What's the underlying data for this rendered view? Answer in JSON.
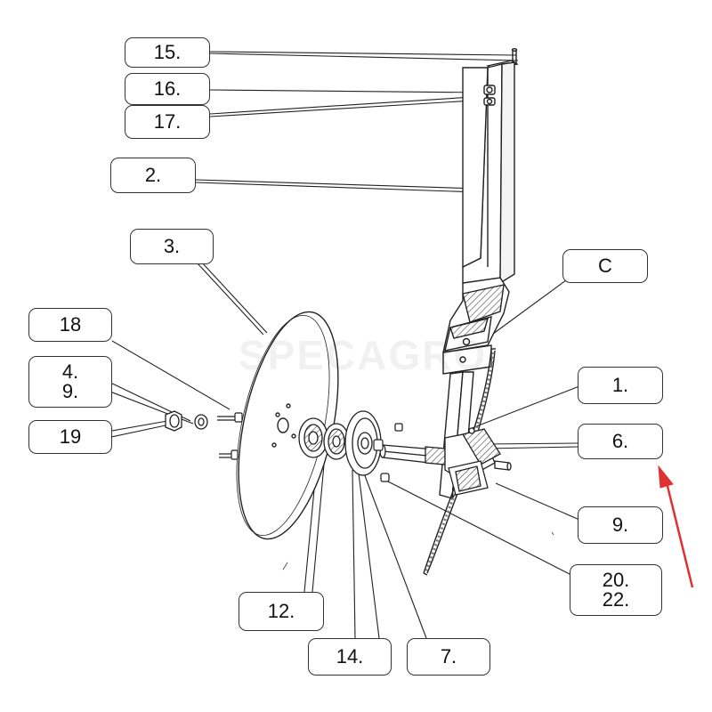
{
  "labels": {
    "l15": "15.",
    "l16": "16.",
    "l17": "17.",
    "l2": "2.",
    "l3": "3.",
    "l18": "18",
    "l4_9": "4.\n9.",
    "l19": "19",
    "lC": "C",
    "l1": "1.",
    "l6": "6.",
    "l9": "9.",
    "l20_22": "20.\n22.",
    "l12": "12.",
    "l14": "14.",
    "l7": "7."
  },
  "watermark": "SPECAGRO",
  "colors": {
    "line": "#222222",
    "box_border": "#333333",
    "arrow": "#e03030",
    "gray_fill": "#dcdcdc"
  }
}
